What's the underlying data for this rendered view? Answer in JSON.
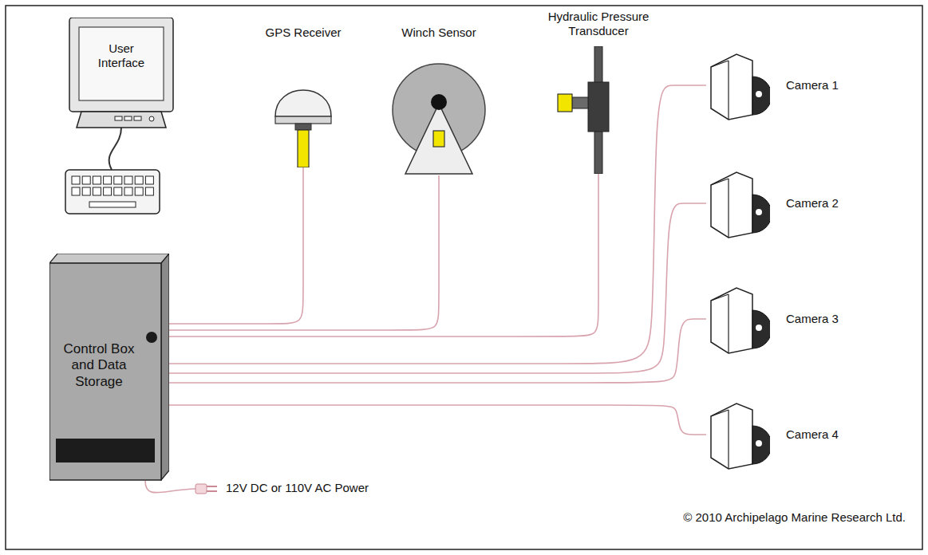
{
  "diagram": {
    "nodes": [
      {
        "text": [
          "User Interface"
        ]
      },
      {
        "text": [
          "GPS Receiver"
        ]
      },
      {
        "text": [
          "Winch Sensor"
        ]
      },
      {
        "text": [
          "Hydraulic Pressure Transducer"
        ]
      },
      {
        "text": [
          "Camera 1"
        ]
      },
      {
        "text": [
          "Camera 2"
        ]
      },
      {
        "text": [
          "Camera 3"
        ]
      },
      {
        "text": [
          "Camera 4"
        ]
      },
      {
        "text": [
          "Control Box and Data Storage"
        ]
      }
    ],
    "edges": [
      {
        "from": 8,
        "to": 1,
        "arrow": "none"
      },
      {
        "from": 8,
        "to": 2,
        "arrow": "none"
      },
      {
        "from": 8,
        "to": 3,
        "arrow": "none"
      },
      {
        "from": 8,
        "to": 4,
        "arrow": "none"
      },
      {
        "from": 8,
        "to": 5,
        "arrow": "none"
      },
      {
        "from": 8,
        "to": 6,
        "arrow": "none"
      },
      {
        "from": 8,
        "to": 7,
        "arrow": "none"
      }
    ],
    "labels": [
      "12V DC or 110V AC Power",
      "© 2010 Archipelago Marine Research Ltd."
    ]
  }
}
